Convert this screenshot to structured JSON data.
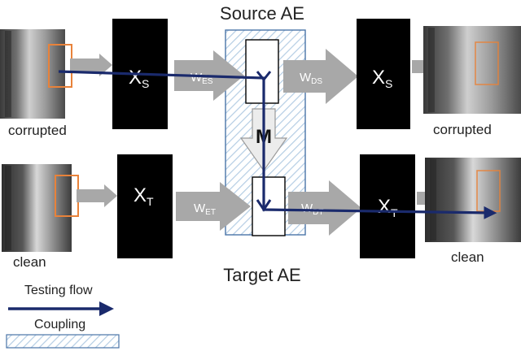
{
  "labels": {
    "source_ae": "Source AE",
    "target_ae": "Target AE",
    "corrupted_left": "corrupted",
    "clean_left": "clean",
    "corrupted_right": "corrupted",
    "clean_right": "clean",
    "mapping": "M"
  },
  "blocks": {
    "xs_left": {
      "main": "X",
      "sub": "S"
    },
    "xt_left": {
      "main": "X",
      "sub": "T"
    },
    "xs_right": {
      "main": "X",
      "sub": "S"
    },
    "xt_right": {
      "main": "X",
      "sub": "T"
    }
  },
  "weights": {
    "w_es": {
      "main": "W",
      "sub": "ES"
    },
    "w_ds": {
      "main": "W",
      "sub": "DS"
    },
    "w_et": {
      "main": "W",
      "sub": "ET"
    },
    "w_dt": {
      "main": "W",
      "sub": "DT"
    }
  },
  "legend": {
    "testing_flow": "Testing flow",
    "coupling": "Coupling"
  },
  "colors": {
    "flow": "#1a2a6c",
    "arrow_gray": "#a8a8a8",
    "coupling_border": "#4a74a8",
    "coupling_hatch": "#b4cde4",
    "highlight_box": "#e8823a",
    "block_fill": "#000000"
  }
}
